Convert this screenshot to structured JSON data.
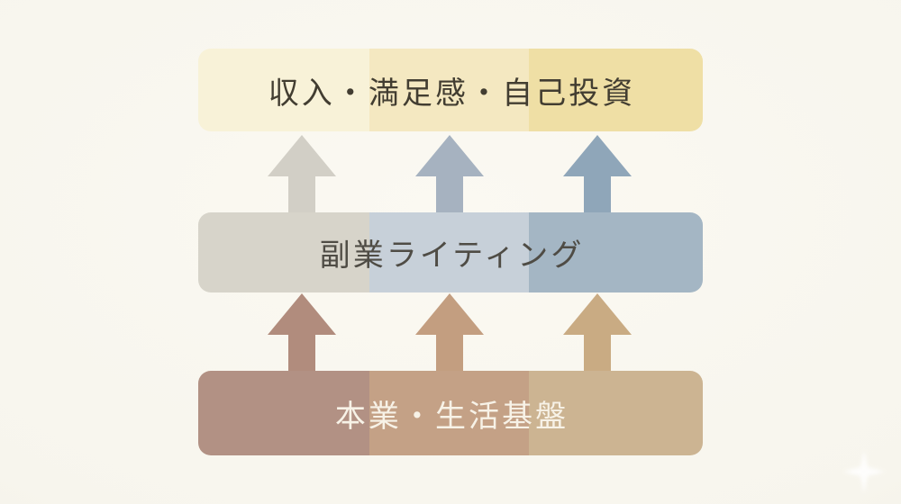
{
  "diagram": {
    "background_color": "#f7f5ed",
    "layers": [
      {
        "id": "top",
        "label": "収入・満足感・自己投資",
        "text_color": "#423d31",
        "bands": [
          "#f8f2d8",
          "#f4e8c1",
          "#efdfa5"
        ]
      },
      {
        "id": "middle",
        "label": "副業ライティング",
        "text_color": "#4f4c45",
        "bands": [
          "#d7d4ca",
          "#c7d0d9",
          "#a4b6c4"
        ]
      },
      {
        "id": "bottom",
        "label": "本業・生活基盤",
        "text_color": "#f7f2e7",
        "bands": [
          "#b29184",
          "#c4a186",
          "#ccb492"
        ]
      }
    ],
    "arrow_groups": [
      {
        "id": "middle-to-top",
        "direction": "up",
        "colors": [
          "#d2cfc6",
          "#a6b2c0",
          "#8fa6b9"
        ]
      },
      {
        "id": "bottom-to-middle",
        "direction": "up",
        "colors": [
          "#b18c7d",
          "#c39e80",
          "#c9ab83"
        ]
      }
    ],
    "decorations": {
      "sparkle_color": "#ffffff"
    }
  }
}
